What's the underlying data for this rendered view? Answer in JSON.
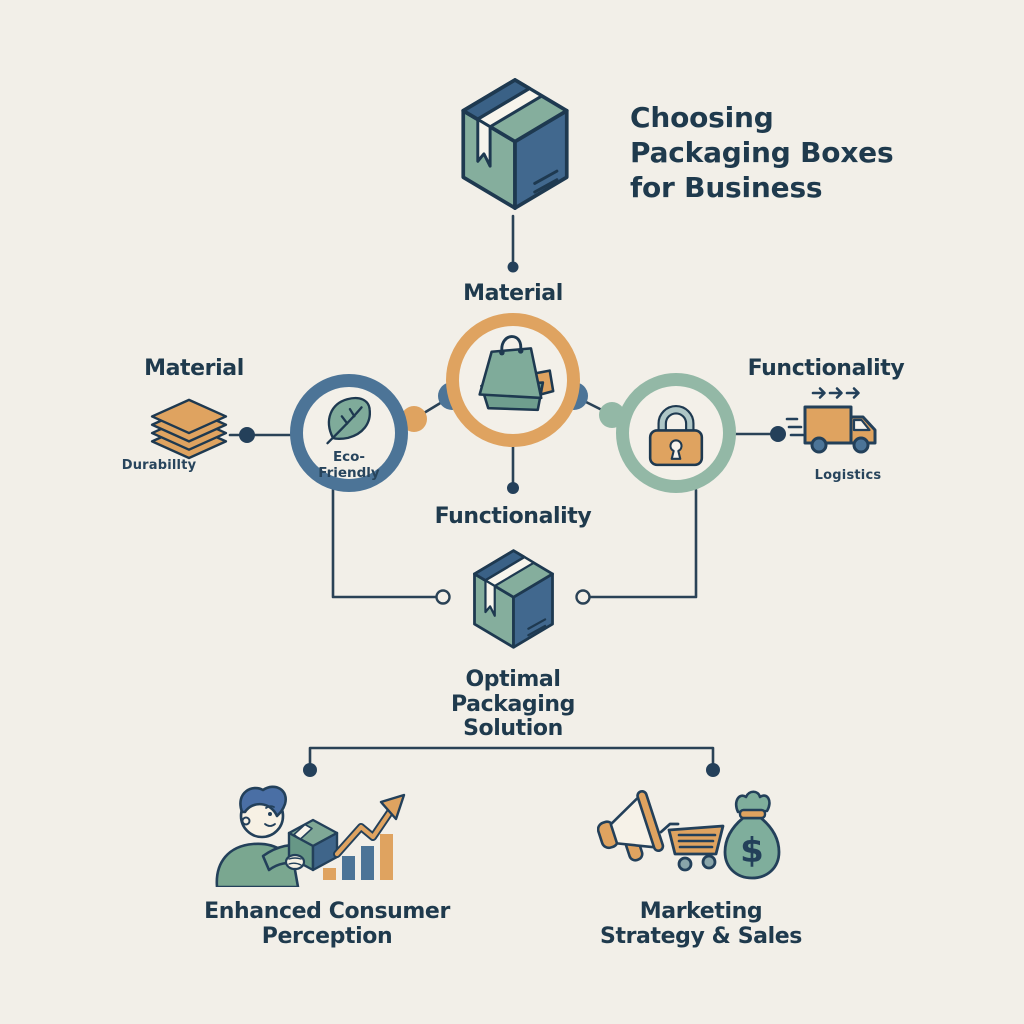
{
  "canvas": {
    "background": "#f2efe8",
    "ink": "#1f3a4d",
    "line_color": "#2a4256",
    "accent_orange": "#dfa360",
    "accent_blue": "#4c7497",
    "accent_green": "#93b8a6",
    "accent_teal": "#7fab9a",
    "box_blue": "#41688e"
  },
  "header": {
    "icon": "package-box-icon",
    "title_line1": "Choosing",
    "title_line2": "Packaging Boxes",
    "title_line3": "for Business"
  },
  "diagram": {
    "top_node_label": "Material",
    "center_node": {
      "icon": "shopping-bag-icon",
      "ring_color": "#dfa360"
    },
    "left_node": {
      "heading": "Material",
      "side_icon": "stacked-sheets-icon",
      "caption": "Durabillty",
      "circle_label": "Eco-Friendly",
      "icon": "leaf-icon",
      "ring_color": "#4c7497"
    },
    "right_node": {
      "heading": "Functionality",
      "side_icon": "delivery-truck-icon",
      "caption": "Logistics",
      "icon": "lock-icon",
      "ring_color": "#93b8a6"
    },
    "bottom_node_label": "Functionality",
    "solution_icon": "package-box-icon",
    "solution_line1": "Optimal",
    "solution_line2": "Packaging",
    "solution_line3": "Solution"
  },
  "outcomes": {
    "left": {
      "icon": "person-holding-box-growth-chart-icon",
      "line1": "Enhanced Consumer",
      "line2": "Perception"
    },
    "right": {
      "icon": "megaphone-cart-money-bag-icon",
      "money_symbol": "$",
      "line1": "Marketing",
      "line2": "Strategy & Sales"
    }
  }
}
